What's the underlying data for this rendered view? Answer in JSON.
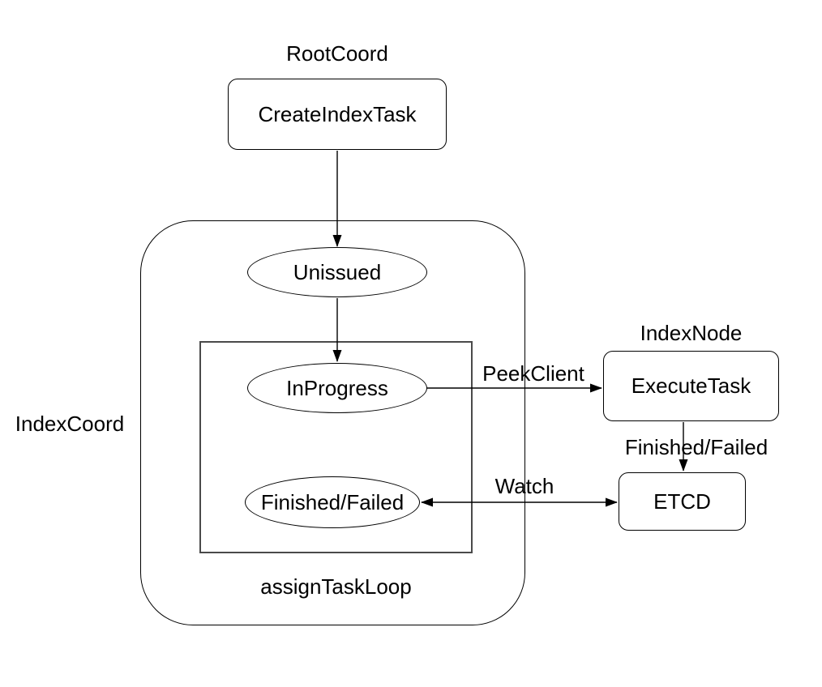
{
  "canvas": {
    "background": "#ffffff",
    "stroke_color": "#000000",
    "inner_box_stroke": "#4a4a4a",
    "text_color": "#000000"
  },
  "groups": {
    "root_coord_label": "RootCoord",
    "index_coord_label": "IndexCoord",
    "index_node_label": "IndexNode",
    "assign_task_loop_label": "assignTaskLoop"
  },
  "nodes": {
    "create_index_task": "CreateIndexTask",
    "unissued": "Unissued",
    "in_progress": "InProgress",
    "finished_failed": "Finished/Failed",
    "execute_task": "ExecuteTask",
    "etcd": "ETCD"
  },
  "edges": {
    "peek_client_label": "PeekClient",
    "watch_label": "Watch",
    "finished_failed_label": "Finished/Failed"
  }
}
